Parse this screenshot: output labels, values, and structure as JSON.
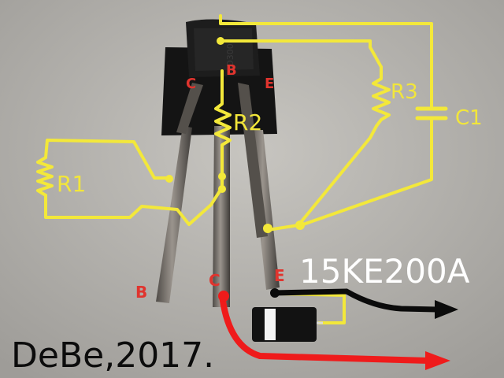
{
  "photo": {
    "description_colors": {
      "background": "#b8b6b1",
      "body": "#121212",
      "leads": "#6f6b66",
      "overlay_wire": "#f3e83a",
      "arrow_red": "#ef1b1b",
      "arrow_black": "#0b0b0b"
    }
  },
  "overlay": {
    "pin_labels_top": {
      "c": "C",
      "b": "B",
      "e": "E"
    },
    "pin_labels_bottom": {
      "b": "B",
      "c": "C",
      "e": "E"
    },
    "components": {
      "r1": "R1",
      "r2": "R2",
      "r3": "R3",
      "c1": "C1"
    },
    "diode_part_number": "15KE200A",
    "credit": "DeBe,2017."
  }
}
